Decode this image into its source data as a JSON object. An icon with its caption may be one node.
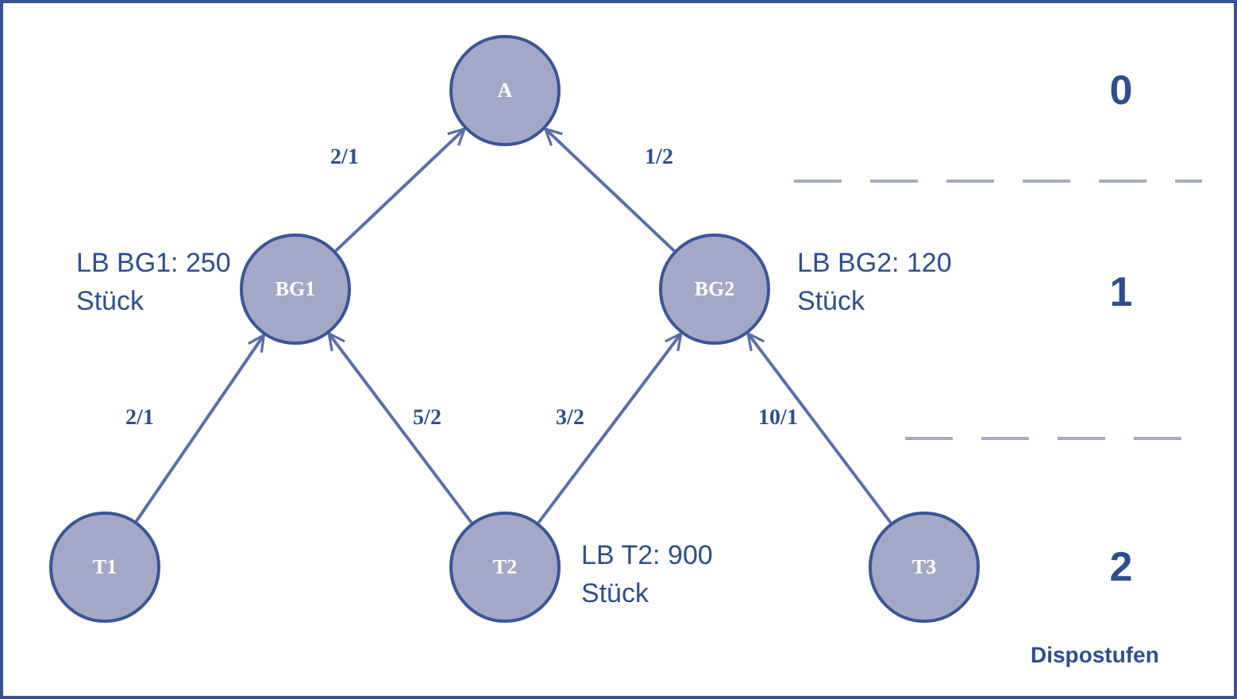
{
  "diagram": {
    "nodes": [
      {
        "text": [
          "A"
        ]
      },
      {
        "text": [
          "BG1"
        ],
        "beside": [
          "LB BG1: 250 Stück"
        ]
      },
      {
        "text": [
          "BG2"
        ],
        "beside": [
          "LB BG2: 120 Stück"
        ]
      },
      {
        "text": [
          "T1"
        ]
      },
      {
        "text": [
          "T2"
        ],
        "beside": [
          "LB T2: 900 Stück"
        ]
      },
      {
        "text": [
          "T3"
        ]
      }
    ],
    "edges": [
      {
        "from": 1,
        "to": 0,
        "arrow": "to",
        "label": "2/1"
      },
      {
        "from": 2,
        "to": 0,
        "arrow": "to",
        "label": "1/2"
      },
      {
        "from": 3,
        "to": 1,
        "arrow": "to",
        "label": "2/1"
      },
      {
        "from": 4,
        "to": 1,
        "arrow": "to",
        "label": "5/2"
      },
      {
        "from": 4,
        "to": 2,
        "arrow": "to",
        "label": "3/2"
      },
      {
        "from": 5,
        "to": 2,
        "arrow": "to",
        "label": "10/1"
      }
    ],
    "labels": [
      "0",
      "1",
      "2",
      "Dispostufen"
    ]
  }
}
